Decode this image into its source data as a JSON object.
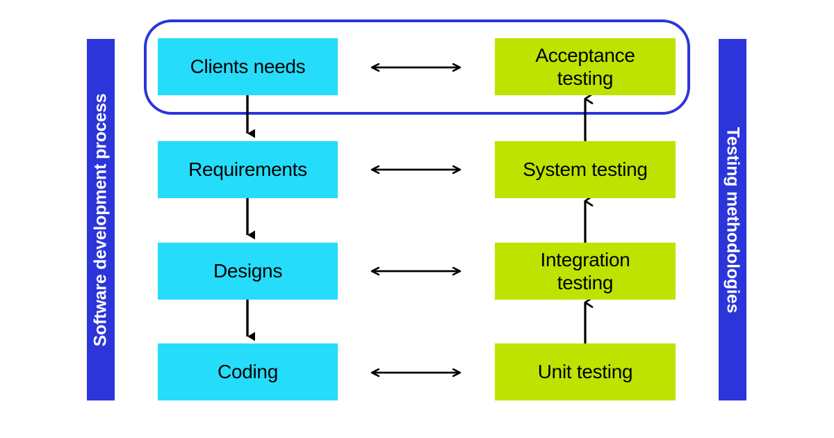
{
  "diagram": {
    "title": "V-Model software development and testing diagram",
    "colors": {
      "background": "#FFFFFF",
      "development_box": "#26DCFB",
      "testing_box": "#BEE300",
      "banner_blue": "#2B35D9",
      "highlight_outline": "#2B35D9",
      "arrow": "#000000",
      "text": "#000000"
    }
  },
  "banners": {
    "left": {
      "label": "Software development process",
      "orientation": "vertical-up"
    },
    "right": {
      "label": "Testing methodologies",
      "orientation": "vertical-down"
    }
  },
  "rows": [
    {
      "development": "Clients needs",
      "testing": "Acceptance testing",
      "link": "bidirectional-arrow",
      "highlighted": true
    },
    {
      "development": "Requirements",
      "testing": "System testing",
      "link": "bidirectional-arrow",
      "highlighted": false
    },
    {
      "development": "Designs",
      "testing": "Integration testing",
      "link": "bidirectional-arrow",
      "highlighted": false
    },
    {
      "development": "Coding",
      "testing": "Unit testing",
      "link": "bidirectional-arrow",
      "highlighted": false
    }
  ],
  "flow": {
    "development_direction": "downward",
    "testing_direction": "upward",
    "development_steps": [
      "Clients needs",
      "Requirements",
      "Designs",
      "Coding"
    ],
    "testing_steps": [
      "Unit testing",
      "Integration testing",
      "System testing",
      "Acceptance testing"
    ]
  }
}
